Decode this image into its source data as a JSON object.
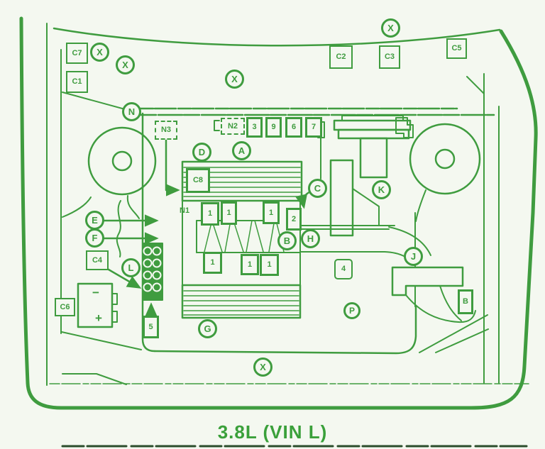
{
  "title": "3.8L (VIN L)",
  "colors": {
    "line_green": "#3f9c3f",
    "title_green": "#3aa03a",
    "bottom_rule_dark": "#2b4d2b",
    "background": "#f4f8f0"
  },
  "markers": {
    "circles": [
      {
        "id": "x-top-left-1",
        "text": "X"
      },
      {
        "id": "x-top-left-2",
        "text": "X"
      },
      {
        "id": "x-top-center",
        "text": "X"
      },
      {
        "id": "x-top-right",
        "text": "X"
      },
      {
        "id": "n",
        "text": "N"
      },
      {
        "id": "d",
        "text": "D"
      },
      {
        "id": "a",
        "text": "A"
      },
      {
        "id": "c",
        "text": "C"
      },
      {
        "id": "k",
        "text": "K"
      },
      {
        "id": "e",
        "text": "E"
      },
      {
        "id": "f",
        "text": "F"
      },
      {
        "id": "l",
        "text": "L"
      },
      {
        "id": "b",
        "text": "B"
      },
      {
        "id": "h",
        "text": "H"
      },
      {
        "id": "j",
        "text": "J"
      },
      {
        "id": "p",
        "text": "P"
      },
      {
        "id": "g",
        "text": "G"
      },
      {
        "id": "x-bottom",
        "text": "X"
      }
    ],
    "boxes": [
      {
        "id": "c7",
        "text": "C7"
      },
      {
        "id": "c1",
        "text": "C1"
      },
      {
        "id": "c2",
        "text": "C2"
      },
      {
        "id": "c3",
        "text": "C3"
      },
      {
        "id": "c5",
        "text": "C5"
      },
      {
        "id": "c8",
        "text": "C8"
      },
      {
        "id": "c4",
        "text": "C4"
      },
      {
        "id": "c6",
        "text": "C6"
      },
      {
        "id": "fuse-3",
        "text": "3"
      },
      {
        "id": "fuse-9",
        "text": "9"
      },
      {
        "id": "fuse-6",
        "text": "6"
      },
      {
        "id": "fuse-7",
        "text": "7"
      },
      {
        "id": "coil-1a",
        "text": "1"
      },
      {
        "id": "coil-1b",
        "text": "1"
      },
      {
        "id": "coil-1c",
        "text": "1"
      },
      {
        "id": "relay-2",
        "text": "2"
      },
      {
        "id": "coil-1d",
        "text": "1"
      },
      {
        "id": "coil-1e",
        "text": "1"
      },
      {
        "id": "coil-1f",
        "text": "1"
      },
      {
        "id": "relay-4",
        "text": "4"
      },
      {
        "id": "relay-5",
        "text": "5"
      },
      {
        "id": "b-box",
        "text": "B"
      }
    ],
    "dashed_boxes": [
      {
        "id": "n3",
        "text": "N3"
      },
      {
        "id": "n2",
        "text": "N2"
      }
    ],
    "plain": [
      {
        "id": "n1",
        "text": "N1"
      }
    ]
  },
  "battery": {
    "minus": "−",
    "plus": "+"
  }
}
